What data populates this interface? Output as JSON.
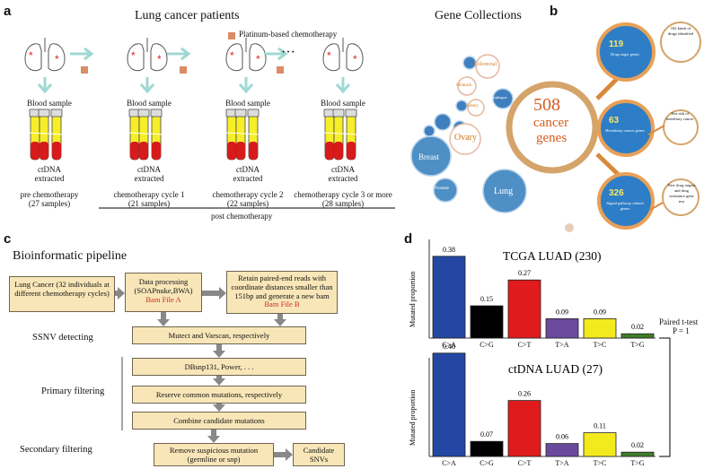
{
  "panel_a": {
    "letter": "a",
    "title": "Lung cancer patients",
    "legend": "Platinum-based chemotherapy",
    "blood_sample": "Blood sample",
    "ctdna": "ctDNA",
    "extracted": "extracted",
    "dots": "···",
    "columns": [
      {
        "label": "pre chemotherapy",
        "samples": "(27 samples)"
      },
      {
        "label": "chemotherapy cycle 1",
        "samples": "(21 samples)"
      },
      {
        "label": "chemotherapy cycle 2",
        "samples": "(22 samples)"
      },
      {
        "label": "chemotherapy cycle 3 or more",
        "samples": "(28 samples)"
      }
    ],
    "post_label": "post chemotherapy"
  },
  "panel_b": {
    "letter": "b",
    "title": "Gene Collections",
    "center_number": "508",
    "center_line1": "cancer",
    "center_line2": "genes",
    "small_circles": [
      "Colorectal",
      "Esophagus",
      "Stomach",
      "Kidney",
      "Breast",
      "Ovary",
      "Prostate",
      "Lung"
    ],
    "targets": [
      {
        "number": "119",
        "label": "Drug target genes",
        "note": "102 kinds of drugs identified"
      },
      {
        "number": "63",
        "label": "Hereditary cancer genes",
        "note": "Test risk of hereditary cancer"
      },
      {
        "number": "326",
        "label": "Signal pathway related genes",
        "note": "New drug targets and drug resistance gene test"
      }
    ]
  },
  "panel_c": {
    "letter": "c",
    "title": "Bioinformatic pipeline",
    "box_lung": "Lung Cancer (32 individuals at different chemotherapy cycles)",
    "box_processing": "Data processing (SOAPnuke,BWA)",
    "bam_a": "Bam File A",
    "box_retain": "Retain paired-end reads with coordinate distances smaller than 151bp and generate a new bam",
    "bam_b": "Bam File B",
    "ssnv_label": "SSNV detecting",
    "box_mutect": "Mutect and Varscan, respectively",
    "primary_label": "Primary filtering",
    "box_dbsnp": "DBsnp131, Power, . . .",
    "box_reserve": "Reserve common mutations, respectively",
    "box_combine": "Combine candidate mutations",
    "secondary_label": "Secondary filtering",
    "box_remove": "Remove suspicious mutation (germline or snp)",
    "box_candidate": "Candidate SNVs"
  },
  "panel_d": {
    "letter": "d",
    "test_label": "Paired t-test",
    "test_p": "P = 1",
    "colors": [
      "#2347a3",
      "#000000",
      "#e01b1b",
      "#6a4a9c",
      "#f3ea1e",
      "#3f7d2a"
    ]
  },
  "chart_data": [
    {
      "type": "bar",
      "title": "TCGA LUAD (230)",
      "ylabel": "Mutated proportion",
      "categories": [
        "C>A",
        "C>G",
        "C>T",
        "T>A",
        "T>C",
        "T>G"
      ],
      "values": [
        0.38,
        0.15,
        0.27,
        0.09,
        0.09,
        0.02
      ],
      "data_labels": [
        "0.38",
        "0.15",
        "0.27",
        "0.09",
        "0.09",
        "0.02"
      ],
      "ylim": [
        0,
        0.5
      ]
    },
    {
      "type": "bar",
      "title": "ctDNA LUAD (27)",
      "ylabel": "Mutated proportion",
      "categories": [
        "C>A",
        "C>G",
        "C>T",
        "T>A",
        "T>C",
        "T>G"
      ],
      "values": [
        0.48,
        0.07,
        0.26,
        0.06,
        0.11,
        0.02
      ],
      "data_labels": [
        "0.48",
        "0.07",
        "0.26",
        "0.06",
        "0.11",
        "0.02"
      ],
      "ylim": [
        0,
        0.5
      ]
    }
  ]
}
